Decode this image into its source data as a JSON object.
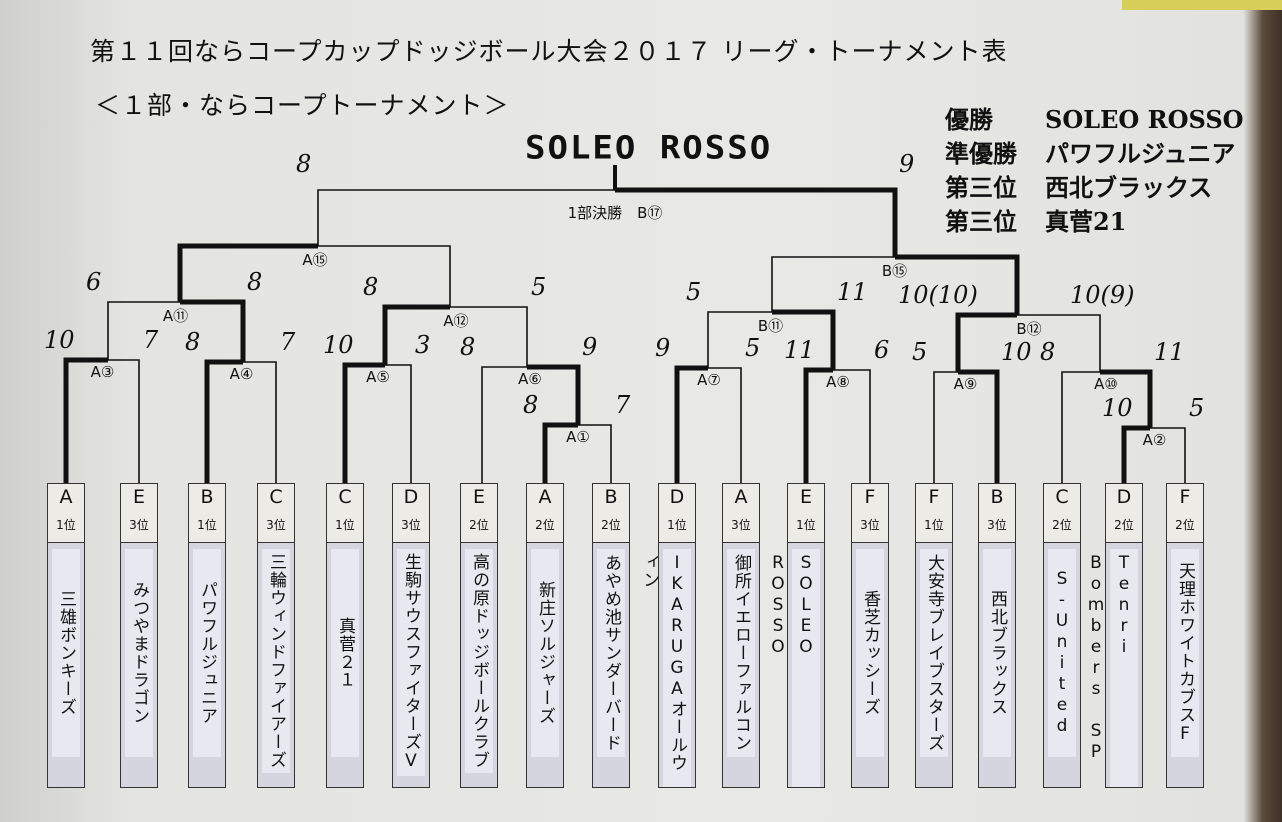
{
  "title": "第１１回ならコープカップドッジボール大会２０１７ リーグ・トーナメント表",
  "subtitle": "＜１部・ならコープトーナメント＞",
  "champion_banner": "SOLEO ROSSO",
  "results": [
    {
      "rank": "優勝",
      "team": "SOLEO ROSSO"
    },
    {
      "rank": "準優勝",
      "team": "パワフルジュニア"
    },
    {
      "rank": "第三位",
      "team": "西北ブラックス"
    },
    {
      "rank": "第三位",
      "team": "真菅21"
    }
  ],
  "teams": [
    {
      "group": "A",
      "rank": "1位",
      "name": "三雄ボンキーズ"
    },
    {
      "group": "E",
      "rank": "3位",
      "name": "みつやまドラゴン"
    },
    {
      "group": "B",
      "rank": "1位",
      "name": "パワフルジュニア"
    },
    {
      "group": "C",
      "rank": "3位",
      "name": "三輪ウィンドファイアーズ"
    },
    {
      "group": "C",
      "rank": "1位",
      "name": "真菅２１"
    },
    {
      "group": "D",
      "rank": "3位",
      "name": "生駒サウスファイターズV"
    },
    {
      "group": "E",
      "rank": "2位",
      "name": "高の原ドッジボールクラブ"
    },
    {
      "group": "A",
      "rank": "2位",
      "name": "新庄ソルジャーズ"
    },
    {
      "group": "B",
      "rank": "2位",
      "name": "あやめ池サンダーバード"
    },
    {
      "group": "D",
      "rank": "1位",
      "name": "IKARUGAオールウィン"
    },
    {
      "group": "A",
      "rank": "3位",
      "name": "御所イエローファルコン"
    },
    {
      "group": "E",
      "rank": "1位",
      "name": "SOLEO ROSSO"
    },
    {
      "group": "F",
      "rank": "3位",
      "name": "香芝カッシーズ"
    },
    {
      "group": "F",
      "rank": "1位",
      "name": "大安寺ブレイブスターズ"
    },
    {
      "group": "B",
      "rank": "3位",
      "name": "西北ブラックス"
    },
    {
      "group": "C",
      "rank": "2位",
      "name": "S-United"
    },
    {
      "group": "D",
      "rank": "2位",
      "name": "Tenri Bombers SP"
    },
    {
      "group": "F",
      "rank": "2位",
      "name": "天理ホワイトカブスF"
    }
  ],
  "matches": {
    "A3": {
      "label": "A③",
      "scores": [
        "10",
        "7"
      ],
      "winner": "left"
    },
    "A4": {
      "label": "A④",
      "scores": [
        "8",
        "7"
      ],
      "winner": "left"
    },
    "A5": {
      "label": "A⑤",
      "scores": [
        "10",
        "3"
      ],
      "winner": "left"
    },
    "A1": {
      "label": "A①",
      "scores": [
        "8",
        "7"
      ],
      "winner": "left"
    },
    "A6": {
      "label": "A⑥",
      "scores": [
        "8",
        "9"
      ],
      "winner": "right"
    },
    "A11": {
      "label": "A⑪",
      "scores": [
        "6",
        "8"
      ],
      "winner": "right"
    },
    "A12": {
      "label": "A⑫",
      "scores": [
        "8",
        "5"
      ],
      "winner": "left"
    },
    "A15": {
      "label": "A⑮",
      "scores": [
        null,
        null
      ],
      "winner": "left"
    },
    "A7": {
      "label": "A⑦",
      "scores": [
        "9",
        "5"
      ],
      "winner": "left"
    },
    "A8": {
      "label": "A⑧",
      "scores": [
        "11",
        "6"
      ],
      "winner": "left"
    },
    "A9": {
      "label": "A⑨",
      "scores": [
        "5",
        "10"
      ],
      "winner": "right"
    },
    "A2": {
      "label": "A②",
      "scores": [
        "10",
        "5"
      ],
      "winner": "left"
    },
    "A10": {
      "label": "A⑩",
      "scores": [
        "8",
        "11"
      ],
      "winner": "right"
    },
    "B11": {
      "label": "B⑪",
      "scores": [
        "5",
        "11"
      ],
      "winner": "right"
    },
    "B12": {
      "label": "B⑫",
      "scores": [
        "10(10)",
        "10(9)"
      ],
      "winner": "left"
    },
    "B15": {
      "label": "B⑮",
      "scores": [
        null,
        null
      ],
      "winner": "right"
    },
    "F": {
      "label": "1部決勝　B⑰",
      "scores": [
        "8",
        "9"
      ],
      "winner": "right"
    }
  }
}
